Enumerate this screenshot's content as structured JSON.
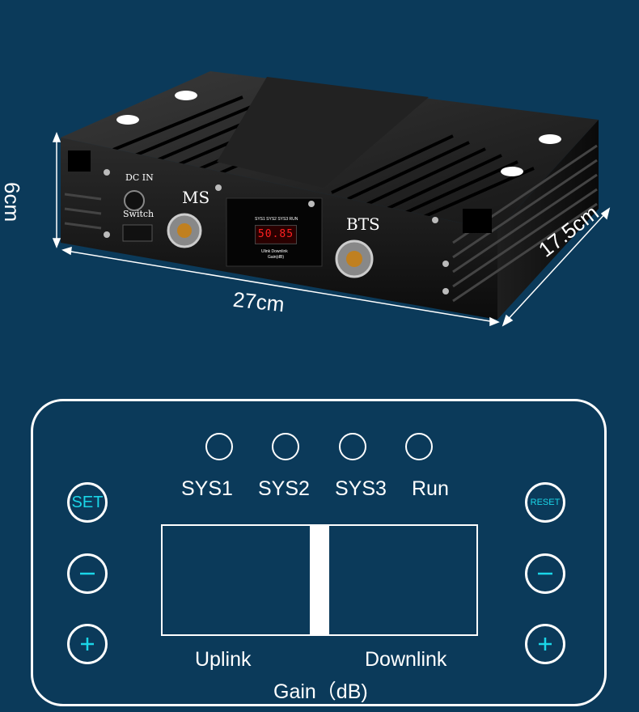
{
  "photo": {
    "dimensions": {
      "height": "6cm",
      "width": "27cm",
      "depth": "17.5cm"
    },
    "device_labels": {
      "ms": "MS",
      "bts": "BTS",
      "dc_in": "DC IN",
      "switch": "Switch"
    },
    "mini_panel": {
      "sys_row": "SYS1 SYS2 SYS3 RUN",
      "display": "50.85",
      "ud": "Ulink  Downlink",
      "gain": "Gain(dB)"
    }
  },
  "panel": {
    "leds": [
      "SYS1",
      "SYS2",
      "SYS3",
      "Run"
    ],
    "left_buttons": {
      "set": "SET",
      "minus": "−",
      "plus": "+"
    },
    "right_buttons": {
      "reset": "RESET",
      "minus": "−",
      "plus": "+"
    },
    "uplink": "Uplink",
    "downlink": "Downlink",
    "gain": "Gain（dB)"
  },
  "colors": {
    "background": "#0b3a5a",
    "line": "#ffffff",
    "accent": "#1ad6e8",
    "display_red": "#ff2020"
  }
}
